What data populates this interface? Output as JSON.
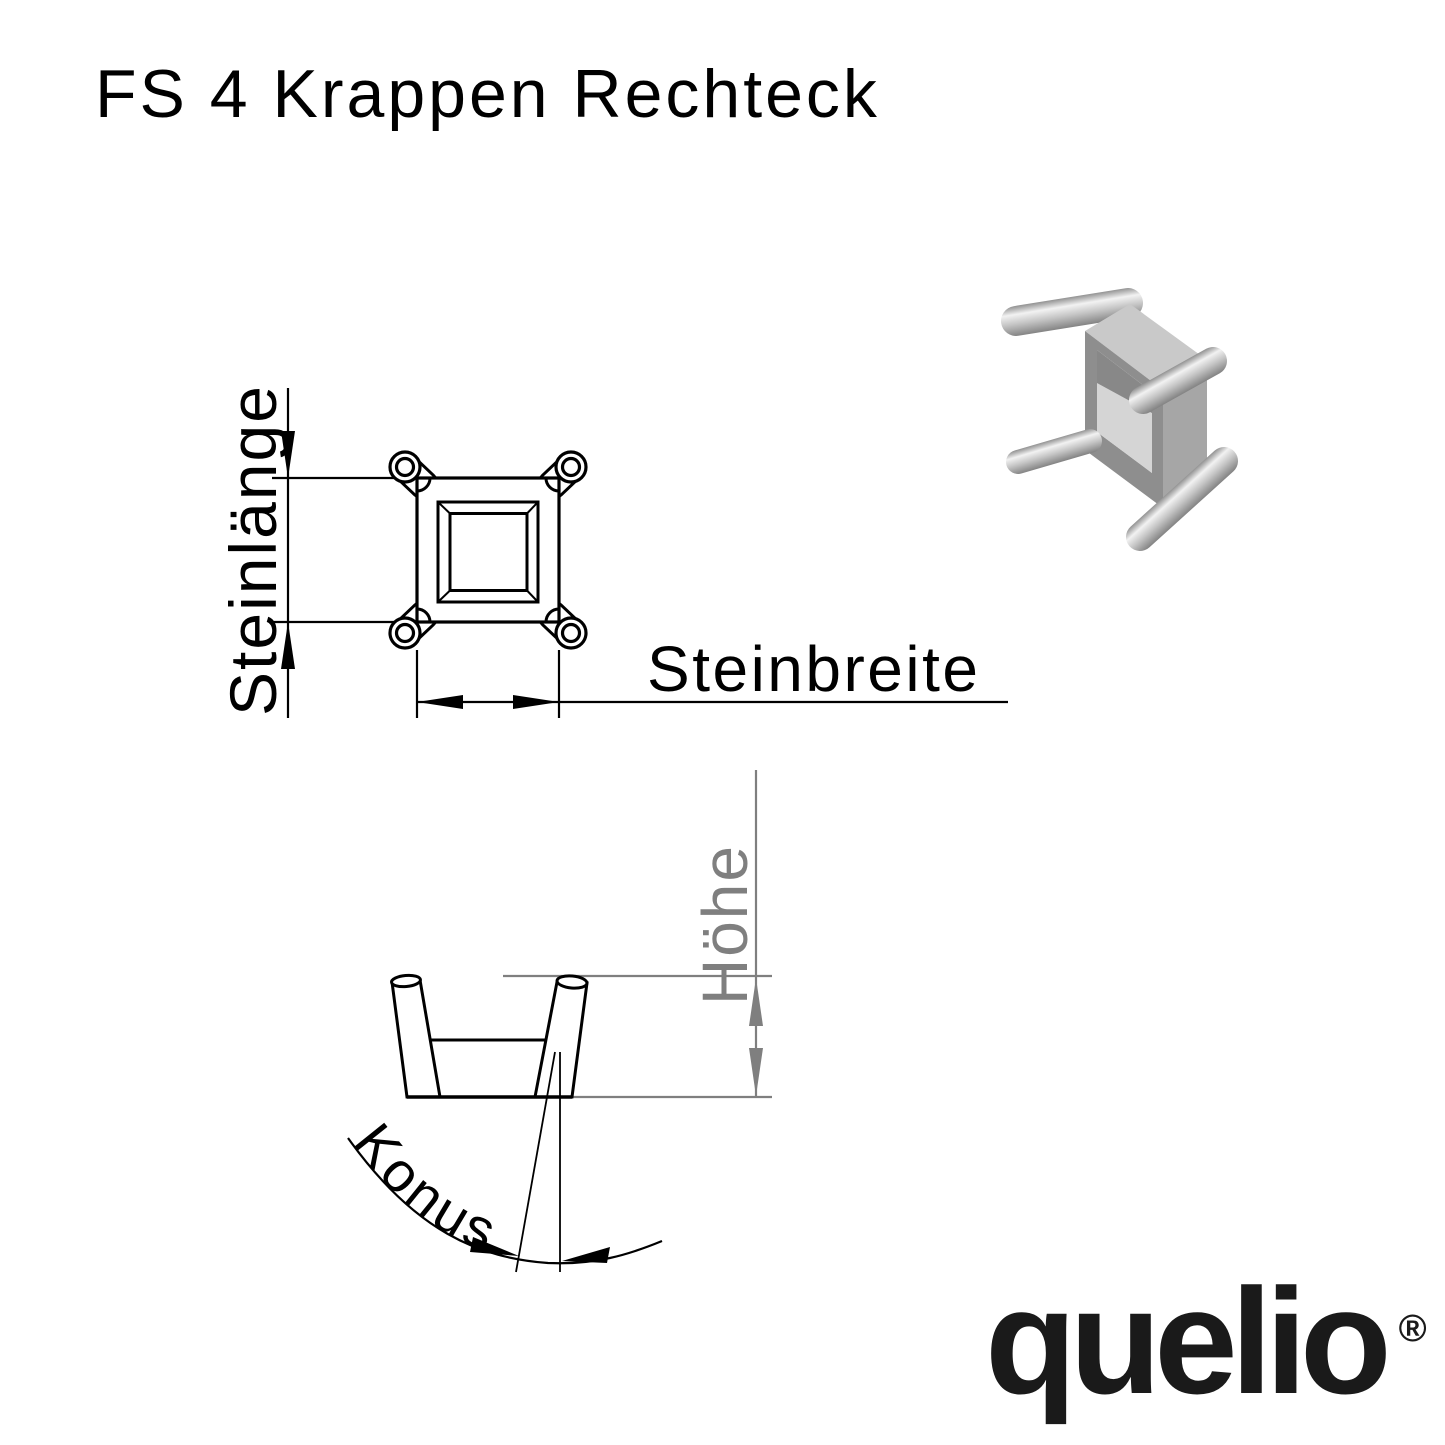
{
  "title": "FS 4 Krappen Rechteck",
  "labels": {
    "stone_length": "Steinlänge",
    "stone_width": "Steinbreite",
    "height": "Höhe",
    "cone": "Konus"
  },
  "logo": {
    "text": "quelio",
    "registered": "®"
  },
  "colors": {
    "line": "#000000",
    "dim_gray": "#7f7f7f",
    "render_light": "#c9c9c9",
    "render_mid": "#a6a6a6",
    "render_dark": "#8a8a8a",
    "background": "#ffffff"
  }
}
